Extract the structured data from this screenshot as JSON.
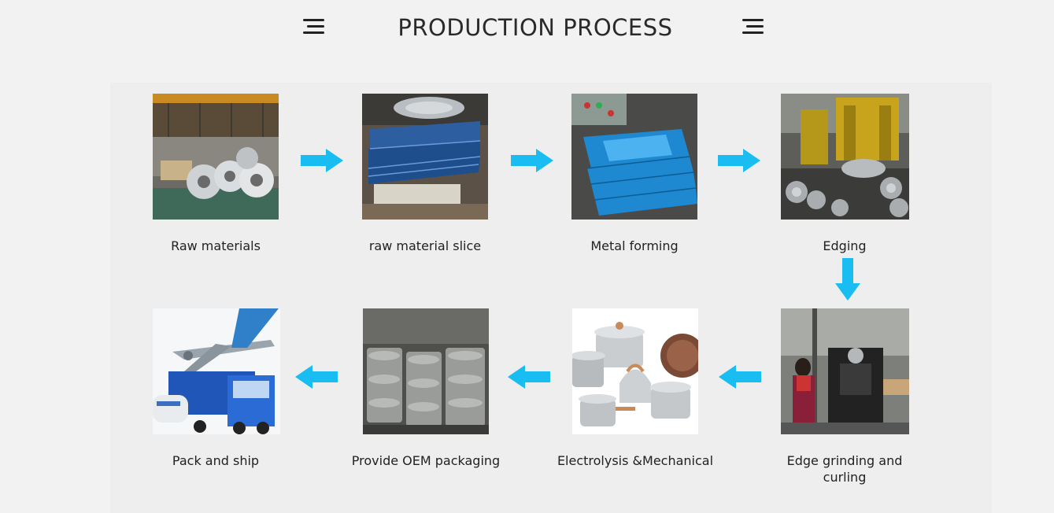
{
  "header": {
    "title": "PRODUCTION PROCESS",
    "left_icon": "menu-icon",
    "right_icon": "menu-icon"
  },
  "steps": [
    {
      "label": "Raw materials",
      "icon": "steel-coils-photo"
    },
    {
      "label": "raw material slice",
      "icon": "metal-sheets-photo"
    },
    {
      "label": "Metal forming",
      "icon": "formed-metal-photo"
    },
    {
      "label": "Edging",
      "icon": "edging-press-photo"
    },
    {
      "label": "Edge grinding and curling",
      "icon": "grinding-machine-photo"
    },
    {
      "label": "Electrolysis &Mechanical",
      "icon": "cookware-set-photo"
    },
    {
      "label": "Provide OEM packaging",
      "icon": "packaged-pots-photo"
    },
    {
      "label": "Pack and ship",
      "icon": "airplane-truck-photo"
    }
  ],
  "colors": {
    "arrow": "#19bdf2",
    "background": "#f2f2f2",
    "text": "#222222"
  }
}
